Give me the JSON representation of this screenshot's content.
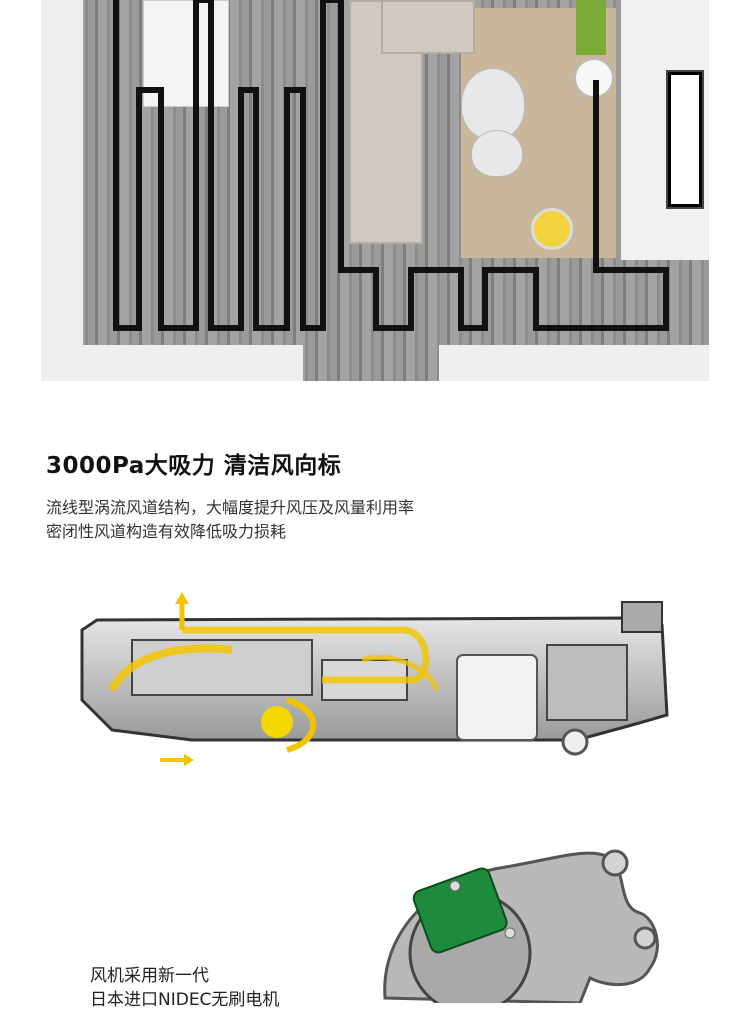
{
  "heading": "3000Pa大吸力 清洁风向标",
  "description_lines": [
    "流线型涡流风道结构，大幅度提升风压及风量利用率",
    "密闭性风道构造有效降低吸力损耗"
  ],
  "motor_caption_lines": [
    "风机采用新一代",
    "日本进口NIDEC无刷电机"
  ],
  "colors": {
    "airflow": "#f2c400",
    "path": "#111111",
    "pcb": "#1e8a3c"
  }
}
